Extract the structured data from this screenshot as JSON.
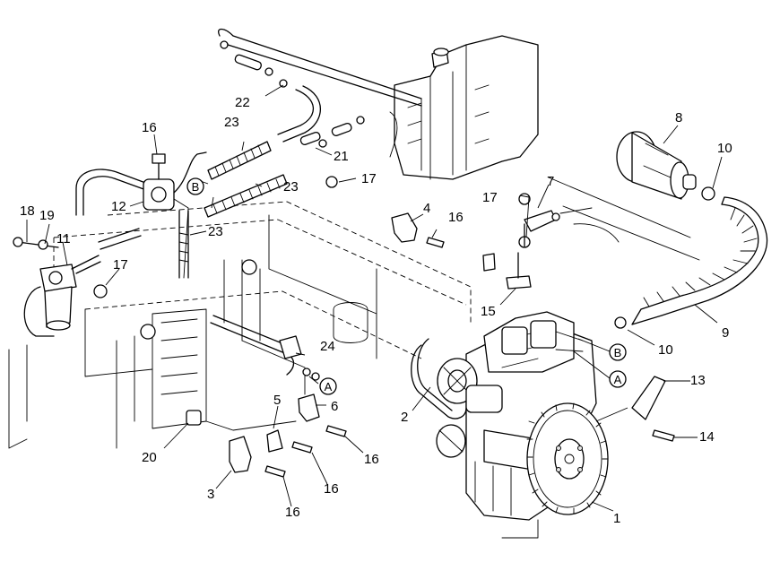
{
  "callouts": [
    {
      "id": "c1",
      "label": "1"
    },
    {
      "id": "c2",
      "label": "2"
    },
    {
      "id": "c3",
      "label": "3"
    },
    {
      "id": "c4",
      "label": "4"
    },
    {
      "id": "c5",
      "label": "5"
    },
    {
      "id": "c6",
      "label": "6"
    },
    {
      "id": "c7",
      "label": "7"
    },
    {
      "id": "c8",
      "label": "8"
    },
    {
      "id": "c9",
      "label": "9"
    },
    {
      "id": "c10a",
      "label": "10"
    },
    {
      "id": "c10b",
      "label": "10"
    },
    {
      "id": "c11",
      "label": "11"
    },
    {
      "id": "c12",
      "label": "12"
    },
    {
      "id": "c13",
      "label": "13"
    },
    {
      "id": "c14",
      "label": "14"
    },
    {
      "id": "c15",
      "label": "15"
    },
    {
      "id": "c16a",
      "label": "16"
    },
    {
      "id": "c16b",
      "label": "16"
    },
    {
      "id": "c16c",
      "label": "16"
    },
    {
      "id": "c16d",
      "label": "16"
    },
    {
      "id": "c16e",
      "label": "16"
    },
    {
      "id": "c17a",
      "label": "17"
    },
    {
      "id": "c17b",
      "label": "17"
    },
    {
      "id": "c17c",
      "label": "17"
    },
    {
      "id": "c18",
      "label": "18"
    },
    {
      "id": "c19",
      "label": "19"
    },
    {
      "id": "c20",
      "label": "20"
    },
    {
      "id": "c21",
      "label": "21"
    },
    {
      "id": "c22",
      "label": "22"
    },
    {
      "id": "c23a",
      "label": "23"
    },
    {
      "id": "c23b",
      "label": "23"
    },
    {
      "id": "c23c",
      "label": "23"
    },
    {
      "id": "c24",
      "label": "24"
    }
  ],
  "connectors": [
    {
      "id": "ka",
      "label": "A"
    },
    {
      "id": "kb",
      "label": "B"
    },
    {
      "id": "kc",
      "label": "A"
    },
    {
      "id": "kd",
      "label": "B"
    }
  ]
}
